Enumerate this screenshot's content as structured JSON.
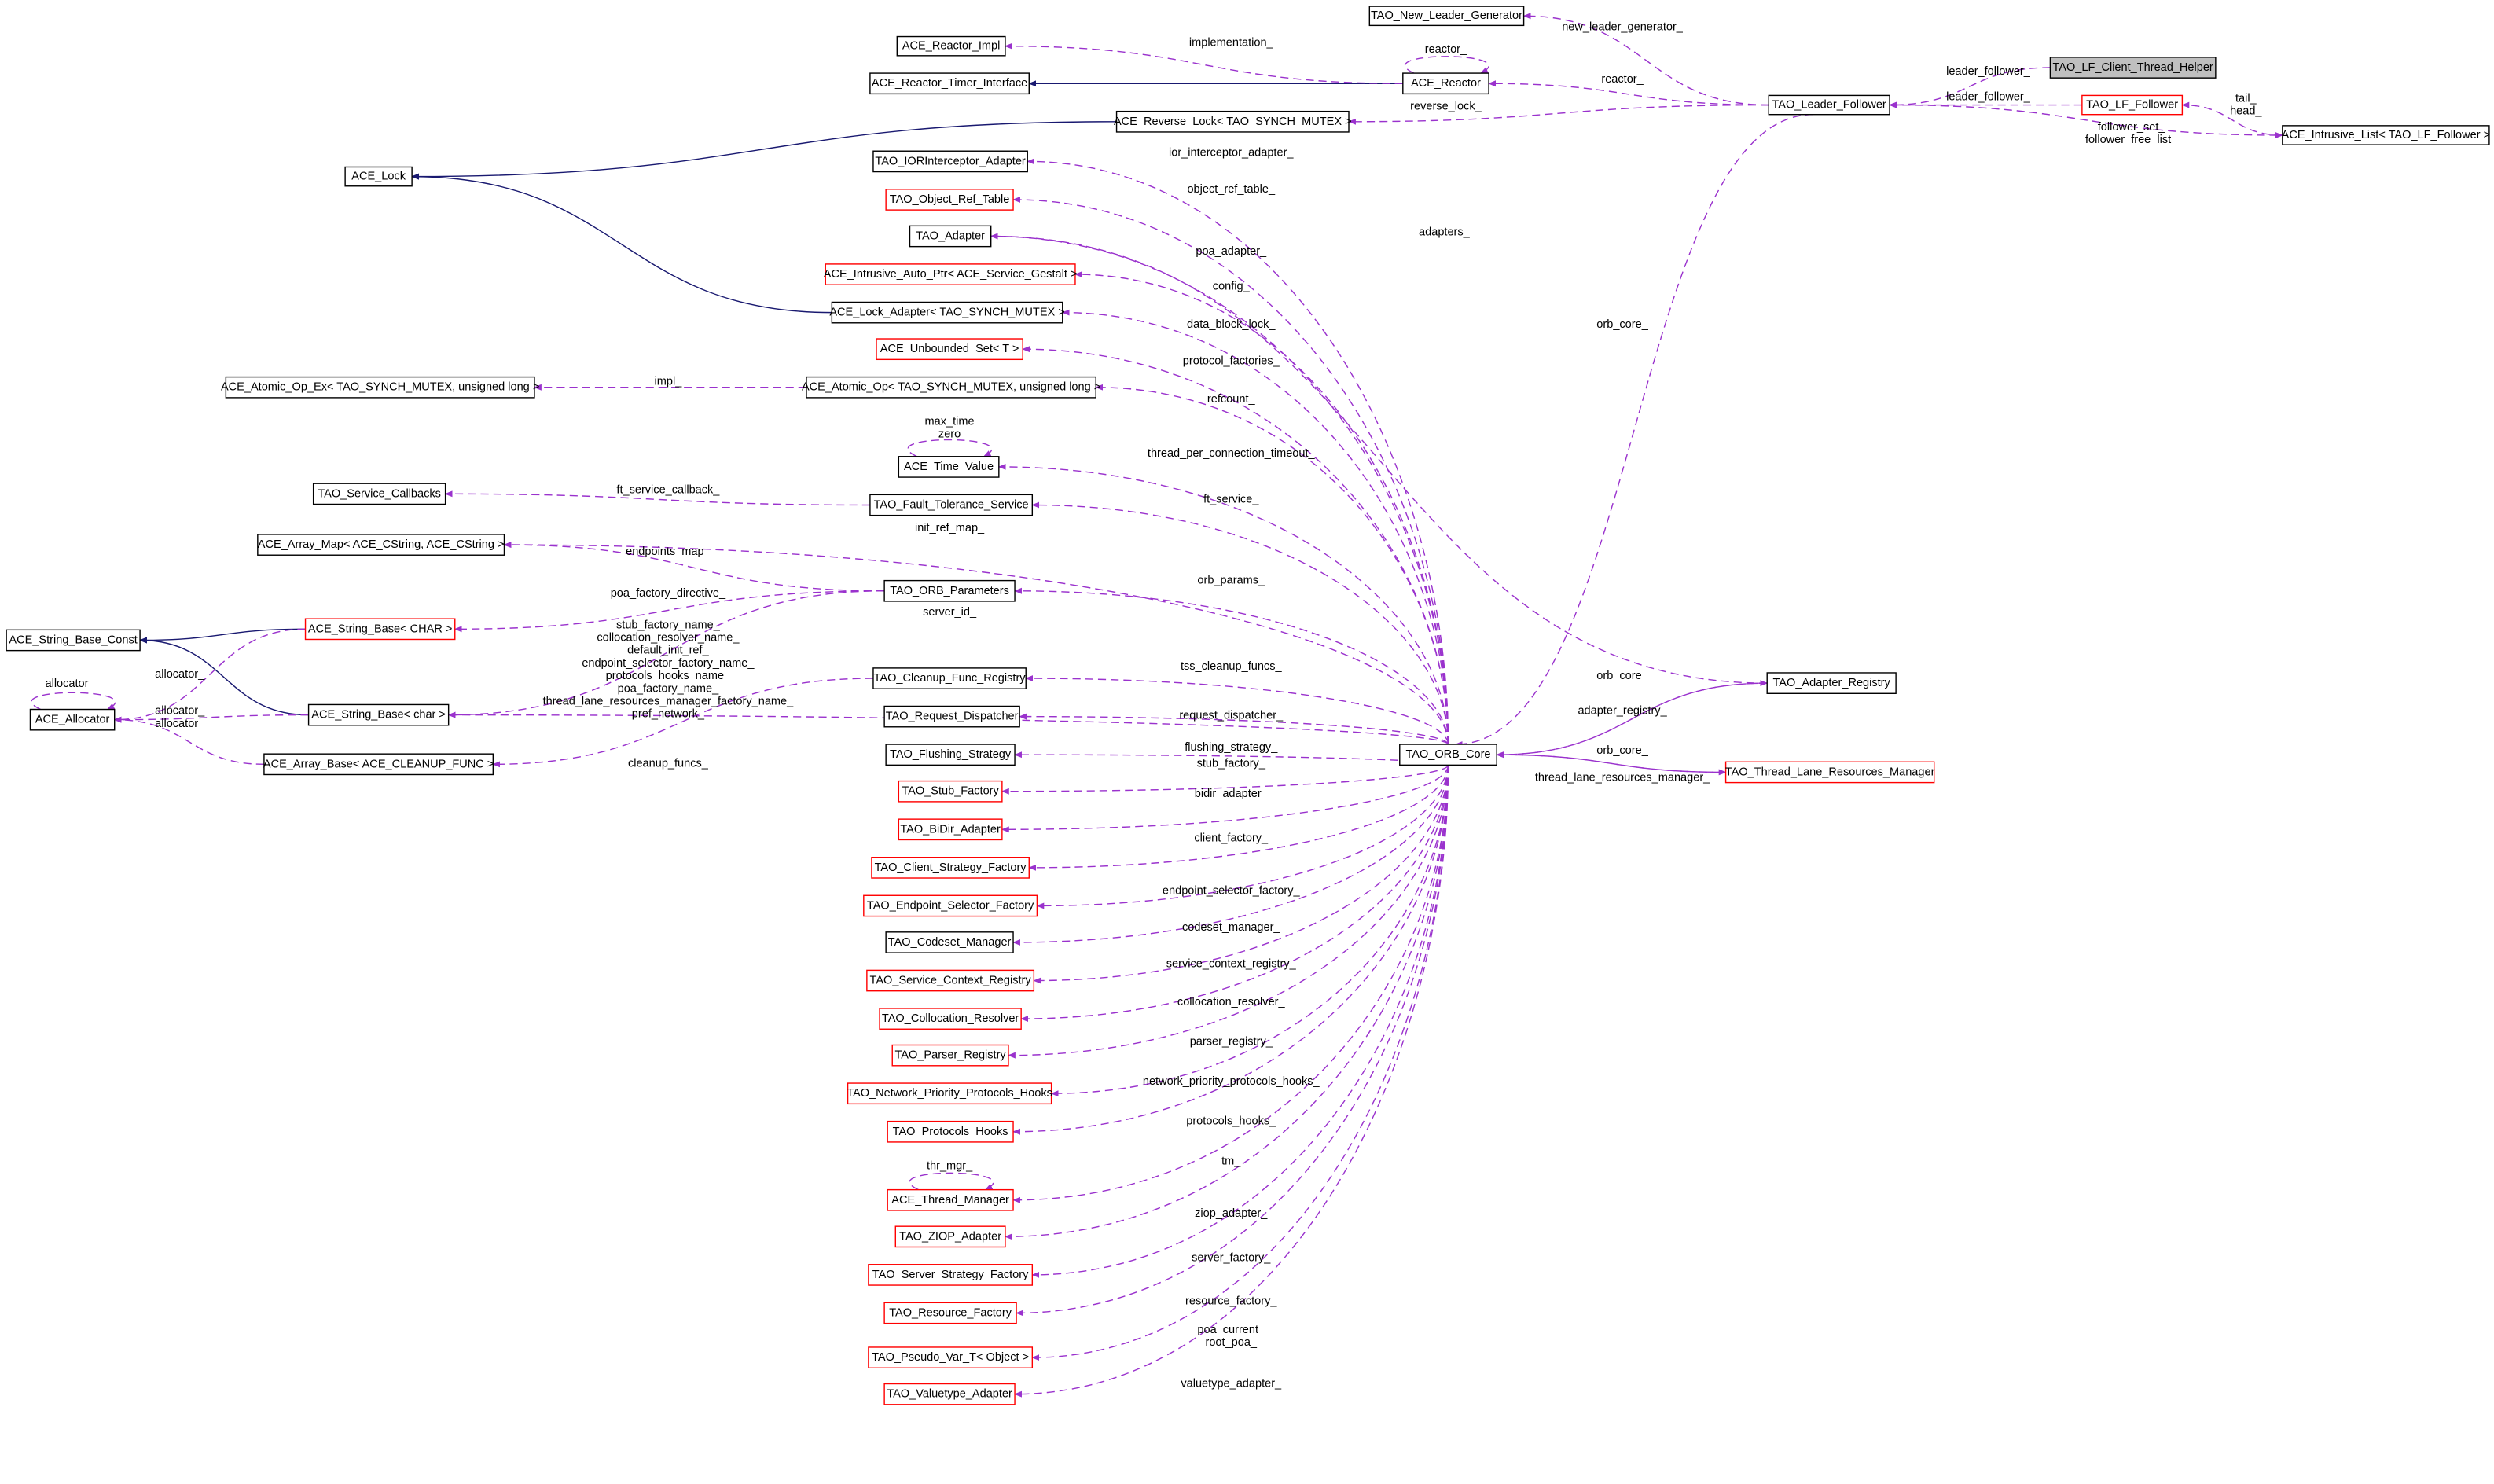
{
  "diagram": {
    "nodes": [
      {
        "id": "nlg",
        "label": "TAO_New_Leader_Generator",
        "style": "normal"
      },
      {
        "id": "lfcth",
        "label": "TAO_LF_Client_Thread_Helper",
        "style": "focus"
      },
      {
        "id": "rimpl",
        "label": "ACE_Reactor_Impl",
        "style": "normal"
      },
      {
        "id": "rti",
        "label": "ACE_Reactor_Timer_Interface",
        "style": "normal"
      },
      {
        "id": "reactor",
        "label": "ACE_Reactor",
        "style": "normal"
      },
      {
        "id": "lf",
        "label": "TAO_Leader_Follower",
        "style": "normal"
      },
      {
        "id": "lff",
        "label": "TAO_LF_Follower",
        "style": "red"
      },
      {
        "id": "ilist",
        "label": "ACE_Intrusive_List< TAO_LF_Follower >",
        "style": "normal"
      },
      {
        "id": "rlock",
        "label": "ACE_Reverse_Lock< TAO_SYNCH_MUTEX >",
        "style": "normal"
      },
      {
        "id": "lock",
        "label": "ACE_Lock",
        "style": "normal"
      },
      {
        "id": "ior",
        "label": "TAO_IORInterceptor_Adapter",
        "style": "normal"
      },
      {
        "id": "ort",
        "label": "TAO_Object_Ref_Table",
        "style": "red"
      },
      {
        "id": "adapter",
        "label": "TAO_Adapter",
        "style": "normal"
      },
      {
        "id": "iap",
        "label": "ACE_Intrusive_Auto_Ptr< ACE_Service_Gestalt >",
        "style": "red"
      },
      {
        "id": "ladapter",
        "label": "ACE_Lock_Adapter< TAO_SYNCH_MUTEX >",
        "style": "normal"
      },
      {
        "id": "uset",
        "label": "ACE_Unbounded_Set< T >",
        "style": "red"
      },
      {
        "id": "aop",
        "label": "ACE_Atomic_Op< TAO_SYNCH_MUTEX, unsigned long >",
        "style": "normal"
      },
      {
        "id": "aopex",
        "label": "ACE_Atomic_Op_Ex< TAO_SYNCH_MUTEX, unsigned long >",
        "style": "normal"
      },
      {
        "id": "tv",
        "label": "ACE_Time_Value",
        "style": "normal"
      },
      {
        "id": "scb",
        "label": "TAO_Service_Callbacks",
        "style": "normal"
      },
      {
        "id": "fts",
        "label": "TAO_Fault_Tolerance_Service",
        "style": "normal"
      },
      {
        "id": "amap",
        "label": "ACE_Array_Map< ACE_CString, ACE_CString >",
        "style": "normal"
      },
      {
        "id": "orbp",
        "label": "TAO_ORB_Parameters",
        "style": "normal"
      },
      {
        "id": "sbc",
        "label": "ACE_String_Base_Const",
        "style": "normal"
      },
      {
        "id": "sbCHAR",
        "label": "ACE_String_Base< CHAR >",
        "style": "red"
      },
      {
        "id": "alloc",
        "label": "ACE_Allocator",
        "style": "normal"
      },
      {
        "id": "sbchar",
        "label": "ACE_String_Base< char >",
        "style": "normal"
      },
      {
        "id": "abase",
        "label": "ACE_Array_Base< ACE_CLEANUP_FUNC >",
        "style": "normal"
      },
      {
        "id": "cfr",
        "label": "TAO_Cleanup_Func_Registry",
        "style": "normal"
      },
      {
        "id": "rd",
        "label": "TAO_Request_Dispatcher",
        "style": "normal"
      },
      {
        "id": "fs",
        "label": "TAO_Flushing_Strategy",
        "style": "normal"
      },
      {
        "id": "sf",
        "label": "TAO_Stub_Factory",
        "style": "red"
      },
      {
        "id": "bidir",
        "label": "TAO_BiDir_Adapter",
        "style": "red"
      },
      {
        "id": "csf",
        "label": "TAO_Client_Strategy_Factory",
        "style": "red"
      },
      {
        "id": "esf",
        "label": "TAO_Endpoint_Selector_Factory",
        "style": "red"
      },
      {
        "id": "csm",
        "label": "TAO_Codeset_Manager",
        "style": "normal"
      },
      {
        "id": "scr",
        "label": "TAO_Service_Context_Registry",
        "style": "red"
      },
      {
        "id": "cr",
        "label": "TAO_Collocation_Resolver",
        "style": "red"
      },
      {
        "id": "pr",
        "label": "TAO_Parser_Registry",
        "style": "red"
      },
      {
        "id": "npph",
        "label": "TAO_Network_Priority_Protocols_Hooks",
        "style": "red"
      },
      {
        "id": "ph",
        "label": "TAO_Protocols_Hooks",
        "style": "red"
      },
      {
        "id": "tm",
        "label": "ACE_Thread_Manager",
        "style": "red"
      },
      {
        "id": "ziop",
        "label": "TAO_ZIOP_Adapter",
        "style": "red"
      },
      {
        "id": "ssf",
        "label": "TAO_Server_Strategy_Factory",
        "style": "red"
      },
      {
        "id": "rf",
        "label": "TAO_Resource_Factory",
        "style": "red"
      },
      {
        "id": "pv",
        "label": "TAO_Pseudo_Var_T< Object >",
        "style": "red"
      },
      {
        "id": "vta",
        "label": "TAO_Valuetype_Adapter",
        "style": "red"
      },
      {
        "id": "orb",
        "label": "TAO_ORB_Core",
        "style": "normal"
      },
      {
        "id": "areg",
        "label": "TAO_Adapter_Registry",
        "style": "normal"
      },
      {
        "id": "tlrm",
        "label": "TAO_Thread_Lane_Resources_Manager",
        "style": "red"
      }
    ],
    "edges": [
      {
        "from": "reactor",
        "to": "rti",
        "kind": "inherit",
        "labels": []
      },
      {
        "from": "rlock",
        "to": "lock",
        "kind": "inherit",
        "labels": []
      },
      {
        "from": "ladapter",
        "to": "lock",
        "kind": "inherit",
        "labels": []
      },
      {
        "from": "sbCHAR",
        "to": "sbc",
        "kind": "inherit",
        "labels": []
      },
      {
        "from": "sbchar",
        "to": "sbc",
        "kind": "inherit",
        "labels": []
      },
      {
        "from": "lf",
        "to": "nlg",
        "kind": "member",
        "labels": [
          "new_leader_generator_"
        ]
      },
      {
        "from": "reactor",
        "to": "rimpl",
        "kind": "member",
        "labels": [
          "implementation_"
        ]
      },
      {
        "from": "reactor",
        "to": "reactor",
        "kind": "member",
        "labels": [
          "reactor_"
        ]
      },
      {
        "from": "lf",
        "to": "reactor",
        "kind": "member",
        "labels": [
          "reactor_"
        ]
      },
      {
        "from": "lf",
        "to": "rlock",
        "kind": "member",
        "labels": [
          "reverse_lock_"
        ]
      },
      {
        "from": "lfcth",
        "to": "lf",
        "kind": "member",
        "labels": [
          "leader_follower_"
        ]
      },
      {
        "from": "lff",
        "to": "lf",
        "kind": "member",
        "labels": [
          "leader_follower_"
        ]
      },
      {
        "from": "lf",
        "to": "ilist",
        "kind": "member",
        "labels": [
          "follower_set_",
          "follower_free_list_"
        ]
      },
      {
        "from": "ilist",
        "to": "lff",
        "kind": "member",
        "labels": [
          "tail_",
          "head_"
        ]
      },
      {
        "from": "orb",
        "to": "ior",
        "kind": "member",
        "labels": [
          "ior_interceptor_adapter_"
        ]
      },
      {
        "from": "orb",
        "to": "ort",
        "kind": "member",
        "labels": [
          "object_ref_table_"
        ]
      },
      {
        "from": "areg",
        "to": "adapter",
        "kind": "member",
        "labels": [
          "adapters_"
        ]
      },
      {
        "from": "orb",
        "to": "adapter",
        "kind": "member",
        "labels": [
          "poa_adapter_"
        ]
      },
      {
        "from": "orb",
        "to": "iap",
        "kind": "member",
        "labels": [
          "config_"
        ]
      },
      {
        "from": "orb",
        "to": "ladapter",
        "kind": "member",
        "labels": [
          "data_block_lock_"
        ]
      },
      {
        "from": "orb",
        "to": "uset",
        "kind": "member",
        "labels": [
          "protocol_factories_"
        ]
      },
      {
        "from": "orb",
        "to": "aop",
        "kind": "member",
        "labels": [
          "refcount_"
        ]
      },
      {
        "from": "aop",
        "to": "aopex",
        "kind": "member",
        "labels": [
          "impl_"
        ]
      },
      {
        "from": "tv",
        "to": "tv",
        "kind": "member",
        "labels": [
          "max_time",
          "zero"
        ]
      },
      {
        "from": "orb",
        "to": "tv",
        "kind": "member",
        "labels": [
          "thread_per_connection_timeout_"
        ]
      },
      {
        "from": "fts",
        "to": "scb",
        "kind": "member",
        "labels": [
          "ft_service_callback_"
        ]
      },
      {
        "from": "orb",
        "to": "fts",
        "kind": "member",
        "labels": [
          "ft_service_"
        ]
      },
      {
        "from": "orb",
        "to": "amap",
        "kind": "member",
        "labels": [
          "init_ref_map_"
        ]
      },
      {
        "from": "orbp",
        "to": "amap",
        "kind": "member",
        "labels": [
          "endpoints_map_"
        ]
      },
      {
        "from": "orb",
        "to": "orbp",
        "kind": "member",
        "labels": [
          "orb_params_"
        ]
      },
      {
        "from": "orbp",
        "to": "sbCHAR",
        "kind": "member",
        "labels": [
          "poa_factory_directive_"
        ]
      },
      {
        "from": "orb",
        "to": "sbchar",
        "kind": "member",
        "labels": [
          "server_id_"
        ]
      },
      {
        "from": "orbp",
        "to": "sbchar",
        "kind": "member",
        "labels": [
          "stub_factory_name_",
          "collocation_resolver_name_",
          "default_init_ref_",
          "endpoint_selector_factory_name_",
          "protocols_hooks_name_",
          "poa_factory_name_",
          "thread_lane_resources_manager_factory_name_",
          "pref_network_"
        ]
      },
      {
        "from": "orb",
        "to": "cfr",
        "kind": "member",
        "labels": [
          "tss_cleanup_funcs_"
        ]
      },
      {
        "from": "cfr",
        "to": "abase",
        "kind": "member",
        "labels": [
          "cleanup_funcs_"
        ]
      },
      {
        "from": "sbCHAR",
        "to": "alloc",
        "kind": "member",
        "labels": [
          "allocator_"
        ]
      },
      {
        "from": "sbchar",
        "to": "alloc",
        "kind": "member",
        "labels": [
          "allocator_"
        ]
      },
      {
        "from": "abase",
        "to": "alloc",
        "kind": "member",
        "labels": [
          "allocator_"
        ]
      },
      {
        "from": "alloc",
        "to": "alloc",
        "kind": "member",
        "labels": [
          "allocator_"
        ]
      },
      {
        "from": "orb",
        "to": "rd",
        "kind": "member",
        "labels": [
          "request_dispatcher_"
        ]
      },
      {
        "from": "orb",
        "to": "fs",
        "kind": "member",
        "labels": [
          "flushing_strategy_"
        ]
      },
      {
        "from": "orb",
        "to": "sf",
        "kind": "member",
        "labels": [
          "stub_factory_"
        ]
      },
      {
        "from": "orb",
        "to": "bidir",
        "kind": "member",
        "labels": [
          "bidir_adapter_"
        ]
      },
      {
        "from": "orb",
        "to": "csf",
        "kind": "member",
        "labels": [
          "client_factory_"
        ]
      },
      {
        "from": "orb",
        "to": "esf",
        "kind": "member",
        "labels": [
          "endpoint_selector_factory_"
        ]
      },
      {
        "from": "orb",
        "to": "csm",
        "kind": "member",
        "labels": [
          "codeset_manager_"
        ]
      },
      {
        "from": "orb",
        "to": "scr",
        "kind": "member",
        "labels": [
          "service_context_registry_"
        ]
      },
      {
        "from": "orb",
        "to": "cr",
        "kind": "member",
        "labels": [
          "collocation_resolver_"
        ]
      },
      {
        "from": "orb",
        "to": "pr",
        "kind": "member",
        "labels": [
          "parser_registry_"
        ]
      },
      {
        "from": "orb",
        "to": "npph",
        "kind": "member",
        "labels": [
          "network_priority_protocols_hooks_"
        ]
      },
      {
        "from": "orb",
        "to": "ph",
        "kind": "member",
        "labels": [
          "protocols_hooks_"
        ]
      },
      {
        "from": "orb",
        "to": "tm",
        "kind": "member",
        "labels": [
          "tm_"
        ]
      },
      {
        "from": "tm",
        "to": "tm",
        "kind": "member",
        "labels": [
          "thr_mgr_"
        ]
      },
      {
        "from": "orb",
        "to": "ziop",
        "kind": "member",
        "labels": [
          "ziop_adapter_"
        ]
      },
      {
        "from": "orb",
        "to": "ssf",
        "kind": "member",
        "labels": [
          "server_factory_"
        ]
      },
      {
        "from": "orb",
        "to": "rf",
        "kind": "member",
        "labels": [
          "resource_factory_"
        ]
      },
      {
        "from": "orb",
        "to": "pv",
        "kind": "member",
        "labels": [
          "poa_current_",
          "root_poa_"
        ]
      },
      {
        "from": "orb",
        "to": "vta",
        "kind": "member",
        "labels": [
          "valuetype_adapter_"
        ]
      },
      {
        "from": "lf",
        "to": "orb",
        "kind": "member",
        "labels": [
          "orb_core_"
        ]
      },
      {
        "from": "areg",
        "to": "orb",
        "kind": "member",
        "labels": [
          "orb_core_"
        ]
      },
      {
        "from": "orb",
        "to": "areg",
        "kind": "member",
        "labels": [
          "adapter_registry_"
        ]
      },
      {
        "from": "tlrm",
        "to": "orb",
        "kind": "member",
        "labels": [
          "orb_core_"
        ]
      },
      {
        "from": "orb",
        "to": "tlrm",
        "kind": "member",
        "labels": [
          "thread_lane_resources_manager_"
        ]
      }
    ],
    "colors": {
      "member_edge": "#9a32cd",
      "inherit_edge": "#191970",
      "focus_fill": "#bfbfbf",
      "red_border": "#ff0000"
    }
  }
}
